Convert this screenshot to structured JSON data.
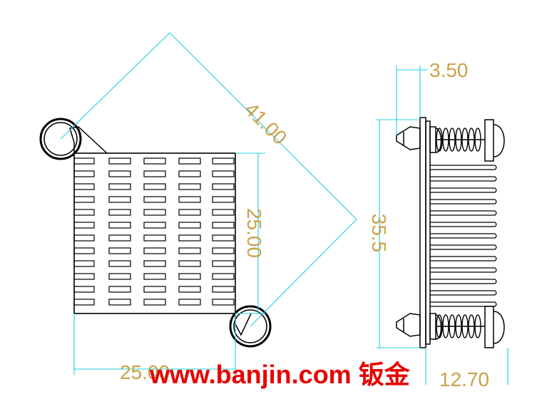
{
  "dimensions": {
    "diagonal": "41.00",
    "height_front": "25.00",
    "width_front": "25.00",
    "pin_offset": "3.50",
    "height_side": "35.5",
    "depth_side": "12.70"
  },
  "watermark": {
    "text": "www.banjin.com 钣金"
  },
  "colors": {
    "dimension_line": "#20d0e0",
    "dimension_text": "#c8a24a",
    "outline": "#000000",
    "watermark": "#e60000"
  }
}
